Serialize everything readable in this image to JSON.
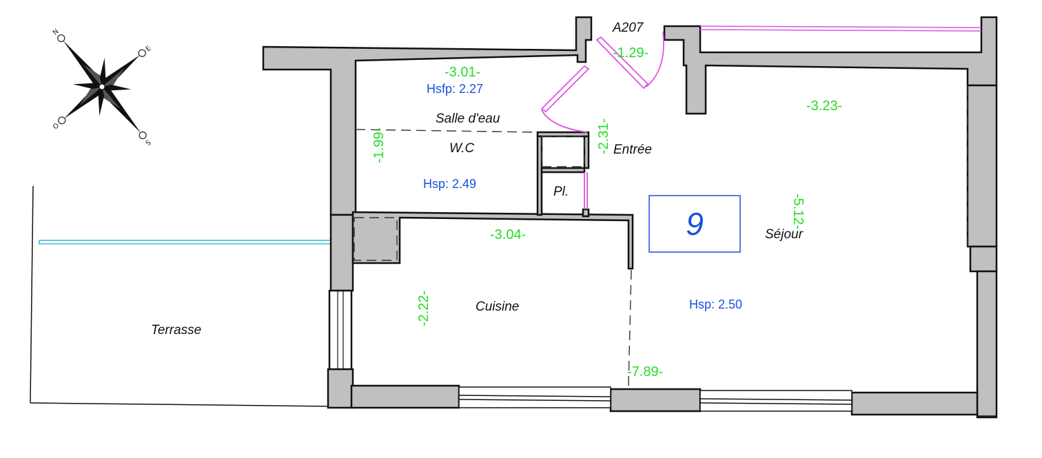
{
  "plan": {
    "unit_code": "A207",
    "unit_number": "9",
    "rooms": {
      "terrasse": "Terrasse",
      "salle_eau": "Salle d'eau",
      "wc": "W.C",
      "placard": "Pl.",
      "entree": "Entrée",
      "sejour": "Séjour",
      "cuisine": "Cuisine"
    },
    "heights": {
      "hsfp_salle_eau": "Hsfp: 2.27",
      "hsp_wc": "Hsp: 2.49",
      "hsp_sejour": "Hsp: 2.50"
    },
    "dimensions": {
      "salle_eau_width": "-3.01-",
      "entry_door": "-1.29-",
      "sejour_width": "-3.23-",
      "wc_depth": "-1.99-",
      "entree_depth": "-2.31-",
      "sejour_depth": "-5.12-",
      "cuisine_width": "-3.04-",
      "cuisine_depth": "-2.22-",
      "total_width": "-7.89-"
    },
    "compass": {
      "north": "N",
      "east": "E",
      "south": "S",
      "west": "O"
    }
  },
  "colors": {
    "wall_fill": "#c0c0c0",
    "wall_stroke": "#111111",
    "dimension_text": "#22dd22",
    "height_text": "#1a4fe0",
    "door_swing": "#dd55dd",
    "glazing": "#33bbdd",
    "unit_box": "#1a4fe0"
  }
}
